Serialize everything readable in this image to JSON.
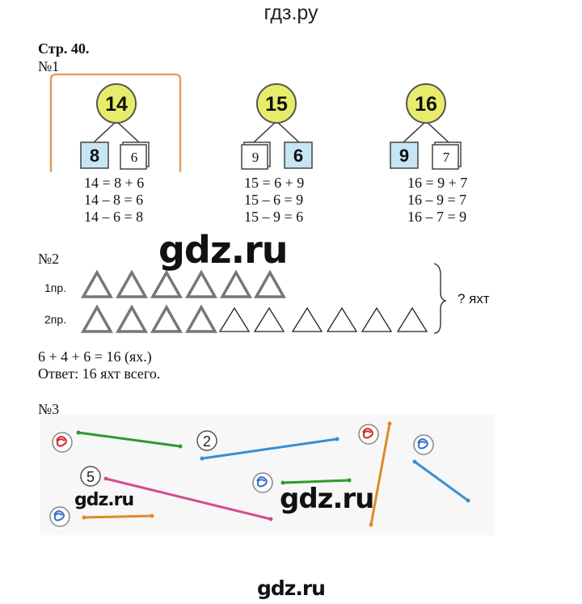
{
  "site_title": "гдз.ру",
  "page_label": "Стр. 40.",
  "task1": {
    "label": "№1",
    "trees": [
      {
        "top": "14",
        "left": "8",
        "right": "6",
        "equations": [
          "14 = 8 + 6",
          "14 – 8 = 6",
          "14 – 6 = 8"
        ]
      },
      {
        "top": "15",
        "left": "9",
        "right": "6",
        "equations": [
          "15 = 6 + 9",
          "15 – 6 = 9",
          "15 – 9 = 6"
        ]
      },
      {
        "top": "16",
        "left": "9",
        "right": "7",
        "equations": [
          "16 = 9 + 7",
          "16 – 9 = 7",
          "16 – 7 = 9"
        ]
      }
    ]
  },
  "task2": {
    "label": "№2",
    "row1_label": "1пр.",
    "row2_label": "2пр.",
    "row1_gray_count": 6,
    "row2_gray_count": 4,
    "row2_white_count": 6,
    "brace_label": "? яхт",
    "equation": "6 + 4 + 6 = 16 (ях.)",
    "answer": "Ответ: 16 яхт всего."
  },
  "task3": {
    "label": "№3",
    "circle_labels": [
      "2",
      "5"
    ]
  },
  "watermarks": [
    "gdz.ru",
    "gdz.ru",
    "gdz.ru",
    "gdz.ru"
  ],
  "colors": {
    "circle_fill": "#e9ec6a",
    "circle_stroke": "#555555",
    "blue_box": "#c7e6f4",
    "frame_orange": "#e0a060",
    "triangle_gray": "#777777",
    "green": "#2e9a2e",
    "blue": "#3a8fcf",
    "pink": "#d84a8c",
    "orange": "#e08a2a",
    "red": "#d0282e"
  }
}
